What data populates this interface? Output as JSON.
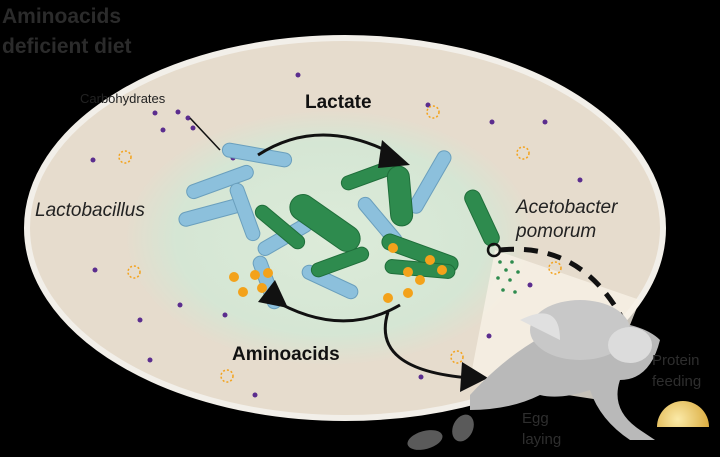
{
  "title": {
    "line1": "Aminoacids",
    "line2": "deficient diet"
  },
  "labels": {
    "carbohydrates": "Carbohydrates",
    "lactate": "Lactate",
    "lactobacillus": "Lactobacillus",
    "acetobacter_1": "Acetobacter",
    "acetobacter_2": "pomorum",
    "aminoacids": "Aminoacids",
    "protein_1": "Protein",
    "protein_2": "feeding",
    "egg_1": "Egg",
    "egg_2": "laying"
  },
  "colors": {
    "dish": "#e6dccd",
    "glow": "#d6e6d6",
    "lactobacillus": "#7fb5d3",
    "acetobacter": "#2e8b4e",
    "aminoacid": "#f3a21b",
    "carbohydrate": "#5b2d8e",
    "fly": "#b9b9b9",
    "food": "#e8c55a"
  }
}
